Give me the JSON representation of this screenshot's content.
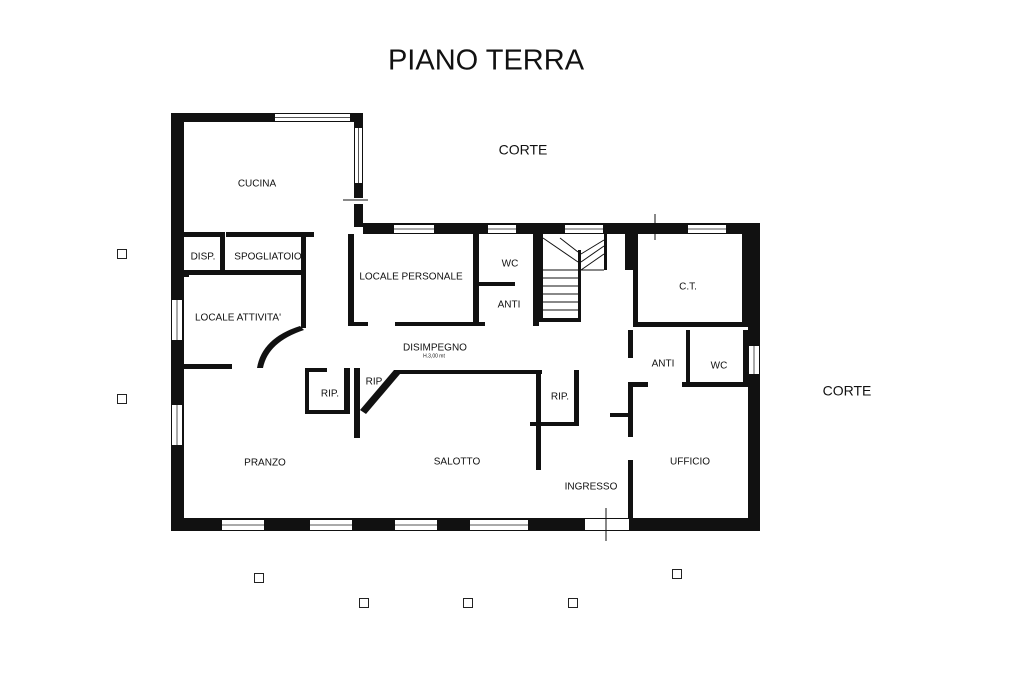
{
  "title": "PIANO TERRA",
  "outdoor": {
    "corte_top": "CORTE",
    "corte_right": "CORTE"
  },
  "rooms": {
    "cucina": "CUCINA",
    "disp": "DISP.",
    "spogliatoio": "SPOGLIATOIO",
    "locale_personale": "LOCALE PERSONALE",
    "wc_top": "WC",
    "anti_top": "ANTI",
    "ct": "C.T.",
    "locale_attivita": "LOCALE ATTIVITA'",
    "disimpegno": "DISIMPEGNO",
    "disimpegno_height": "H.3,00 mt",
    "rip_left": "RIP.",
    "rip_mid": "RIP",
    "rip_right": "RIP.",
    "anti_right": "ANTI",
    "wc_right": "WC",
    "pranzo": "PRANZO",
    "salotto": "SALOTTO",
    "ingresso": "INGRESSO",
    "ufficio": "UFFICIO"
  },
  "colors": {
    "wall": "#111111",
    "background": "#ffffff",
    "window_line": "#555555"
  }
}
